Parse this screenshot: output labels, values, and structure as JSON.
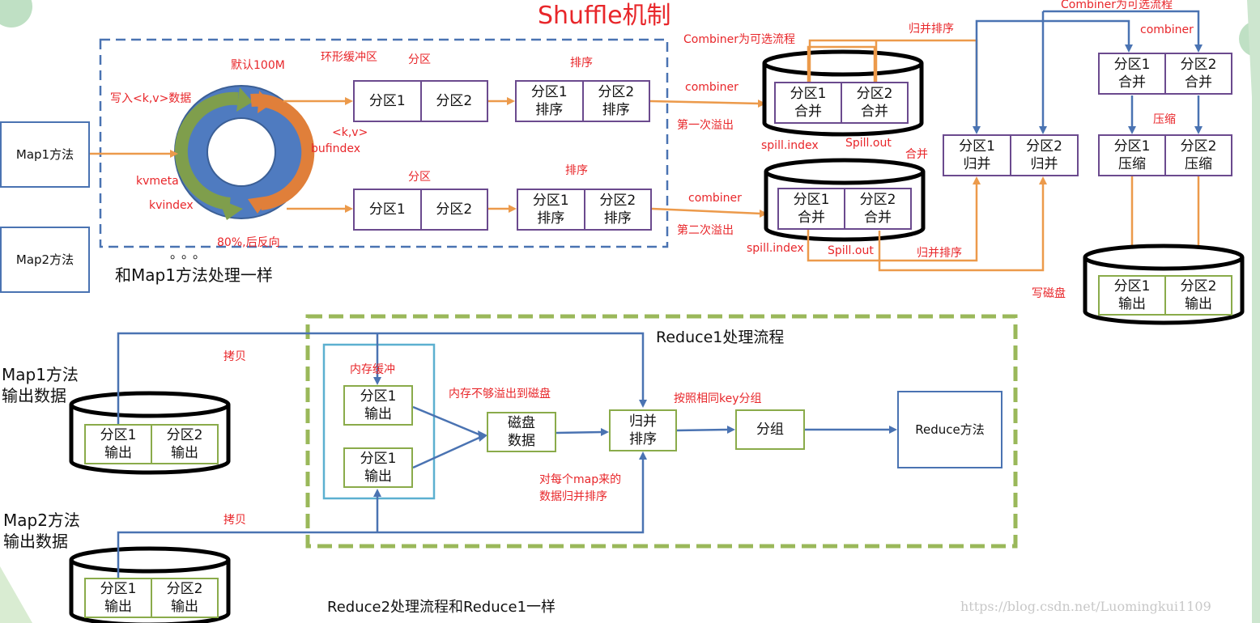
{
  "title": "Shuffle机制",
  "map_methods": {
    "map1": "Map1方法",
    "map2": "Map2方法",
    "note": "和Map1方法处理一样"
  },
  "ring": {
    "label_default": "默认100M",
    "label_buffer": "环形缓冲区",
    "label_write": "写入<k,v>数据",
    "label_kv": "<k,v>",
    "label_bufindex": "bufindex",
    "label_kvmeta": "kvmeta",
    "label_kvindex": "kvindex",
    "label_80": "80%,后反向",
    "dots": "。。。"
  },
  "top_row": {
    "partition_label": "分区",
    "sort_label": "排序",
    "part1": "分区1",
    "part2": "分区2",
    "sort1": "分区1\n排序",
    "sort2": "分区2\n排序",
    "combiner": "combiner",
    "spill": "第一次溢出"
  },
  "bottom_row": {
    "partition_label": "分区",
    "sort_label": "排序",
    "part1": "分区1",
    "part2": "分区2",
    "sort1": "分区1\n排序",
    "sort2": "分区2\n排序",
    "combiner": "combiner",
    "spill": "第二次溢出"
  },
  "spill_disk1": {
    "cell1": "分区1\n合并",
    "cell2": "分区2\n合并",
    "index": "spill.index",
    "out": "Spill.out"
  },
  "spill_disk2": {
    "cell1": "分区1\n合并",
    "cell2": "分区2\n合并",
    "index": "spill.index",
    "out": "Spill.out"
  },
  "combiner_optional": "Combiner为可选流程",
  "combiner_optional2": "Combiner为可选流程",
  "merge_sort_top": "归并排序",
  "merge_sort_bottom": "归并排序",
  "merge_label": "合并",
  "merge_boxes": {
    "cell1": "分区1\n归并",
    "cell2": "分区2\n归并"
  },
  "combined_boxes": {
    "cell1": "分区1\n合并",
    "cell2": "分区2\n合并"
  },
  "combiner_small": "combiner",
  "compress_label": "压缩",
  "compressed_boxes": {
    "cell1": "分区1\n压缩",
    "cell2": "分区2\n压缩"
  },
  "write_disk": "写磁盘",
  "output_disk": {
    "cell1": "分区1\n输出",
    "cell2": "分区2\n输出"
  },
  "reduce": {
    "title": "Reduce1处理流程",
    "map1_output": "Map1方法\n输出数据",
    "map2_output": "Map2方法\n输出数据",
    "copy1": "拷贝",
    "copy2": "拷贝",
    "mem_buffer": "内存缓冲",
    "mem_out1": "分区1\n输出",
    "mem_out2": "分区1\n输出",
    "spill_to_disk": "内存不够溢出到磁盘",
    "disk_data": "磁盘\n数据",
    "merge_sort": "归并\n排序",
    "group_by_key": "按照相同key分组",
    "group": "分组",
    "reduce_method": "Reduce方法",
    "merge_note": "对每个map来的\n数据归并排序",
    "map1_disk": {
      "cell1": "分区1\n输出",
      "cell2": "分区2\n输出"
    },
    "map2_disk": {
      "cell1": "分区1\n输出",
      "cell2": "分区2\n输出"
    },
    "reduce2_note": "Reduce2处理流程和Reduce1一样"
  },
  "watermark": "https://blog.csdn.net/Luomingkui1109",
  "colors": {
    "red": "#e8262a",
    "blue": "#4a73b2",
    "orange": "#ec9a4b",
    "purple": "#6b4a8e",
    "green": "#8aab4a",
    "ring": "#4f7bc0"
  }
}
